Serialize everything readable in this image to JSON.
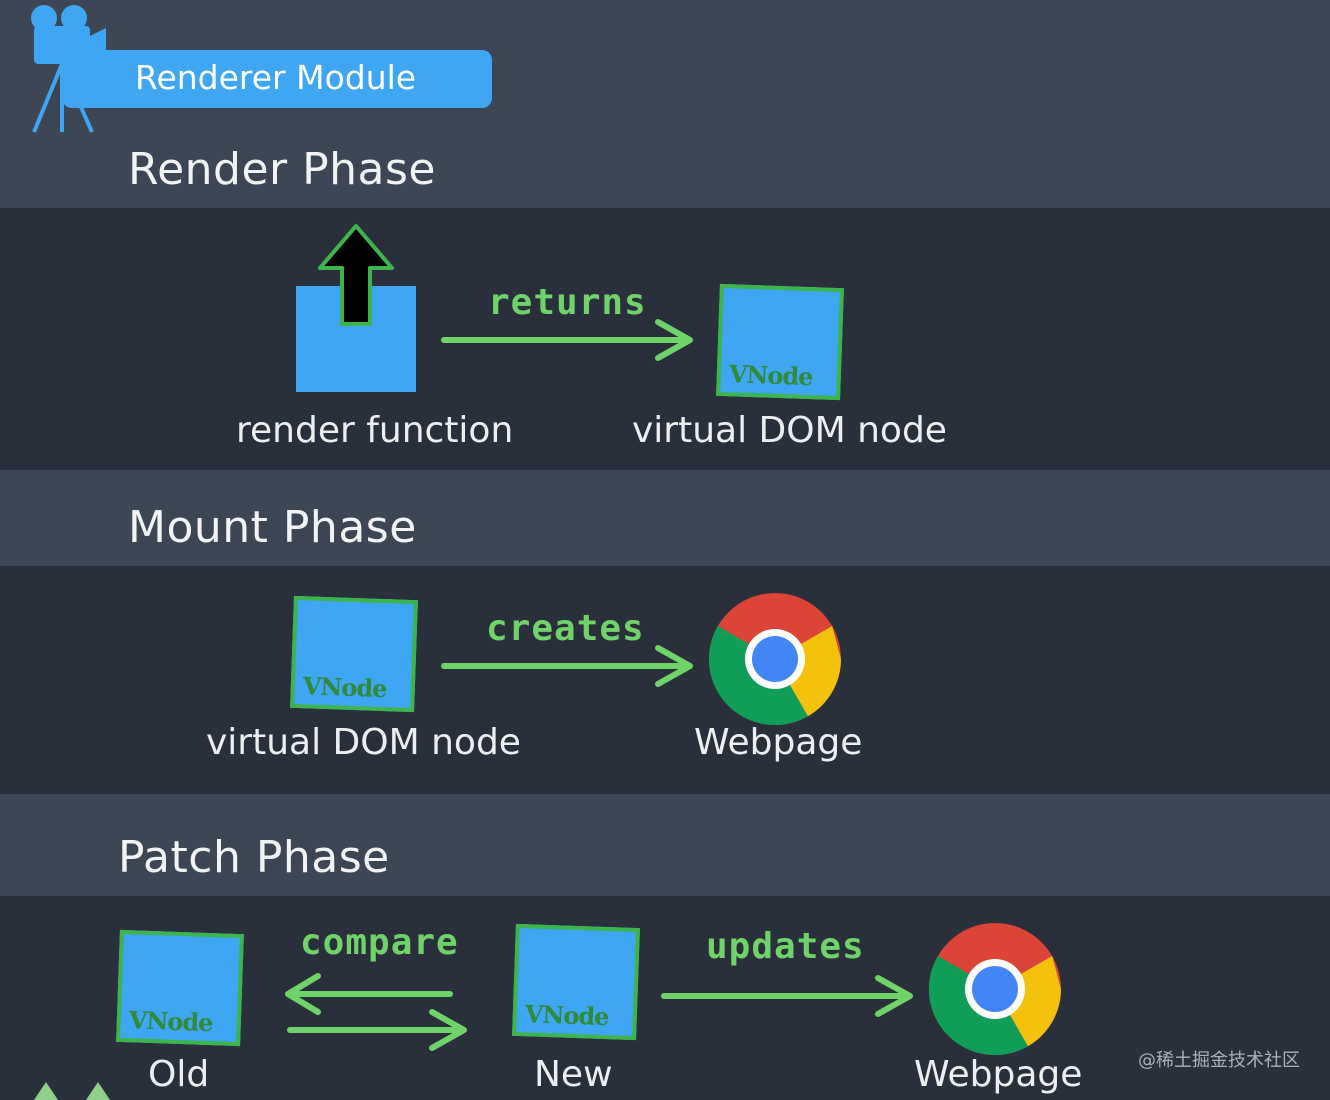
{
  "module_title": "Renderer Module",
  "render_phase": {
    "title": "Render Phase",
    "left_label": "render function",
    "arrow_text": "returns",
    "right_label": "virtual DOM node",
    "vnode_text": "VNode"
  },
  "mount_phase": {
    "title": "Mount Phase",
    "left_label": "virtual DOM node",
    "arrow_text": "creates",
    "right_label": "Webpage",
    "vnode_text": "VNode"
  },
  "patch_phase": {
    "title": "Patch Phase",
    "old_label": "Old",
    "compare_text": "compare",
    "new_label": "New",
    "updates_text": "updates",
    "right_label": "Webpage",
    "vnode_text": "VNode"
  },
  "watermark": "@稀土掘金技术社区",
  "colors": {
    "accent_blue": "#3ea6f2",
    "arrow_green": "#6fd36a",
    "dark_band": "#2a303b",
    "light_band": "#3c4655"
  }
}
